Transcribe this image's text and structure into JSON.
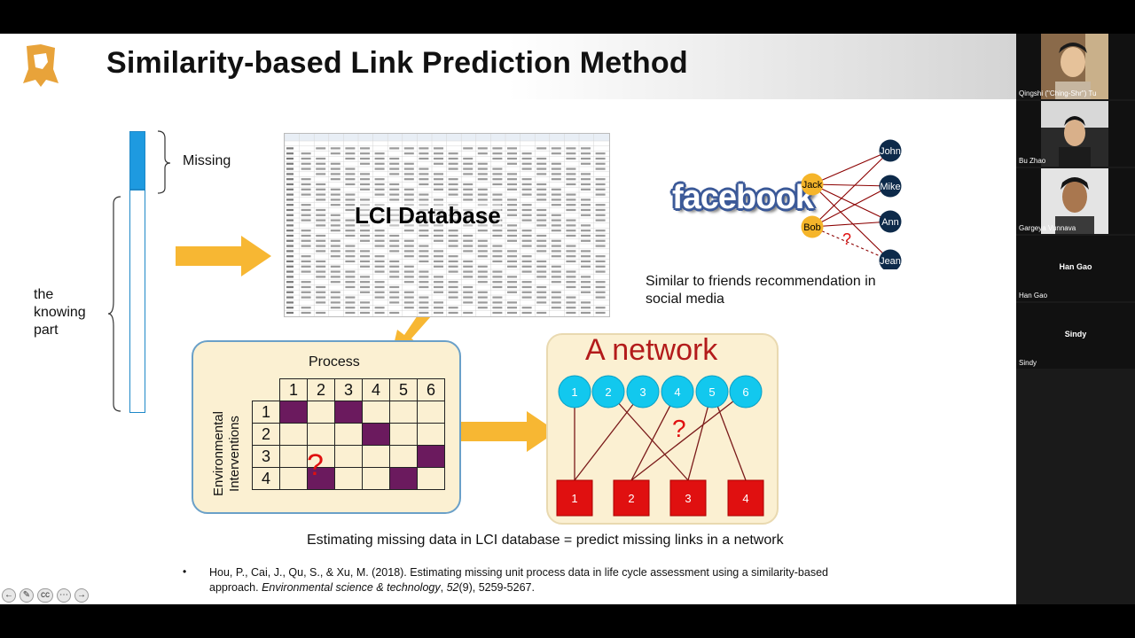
{
  "slide": {
    "title": "Similarity-based Link Prediction Method",
    "missing_label": "Missing",
    "knowing_label": "the knowing part",
    "lci_label": "LCI Database",
    "process_label": "Process",
    "env_label": "Environmental Interventions",
    "grid_cols": [
      "1",
      "2",
      "3",
      "4",
      "5",
      "6"
    ],
    "grid_rows": [
      "1",
      "2",
      "3",
      "4"
    ],
    "question_mark": "?",
    "network_title": "A network",
    "network_top_nodes": [
      "1",
      "2",
      "3",
      "4",
      "5",
      "6"
    ],
    "network_bottom_nodes": [
      "1",
      "2",
      "3",
      "4"
    ],
    "facebook_logo": "facebook",
    "social_people": [
      "Jack",
      "Bob",
      "John",
      "Mike",
      "Ann",
      "Jean"
    ],
    "social_caption": "Similar to friends recommendation in social media",
    "bottom_caption": "Estimating missing data in LCI database = predict missing links in a network",
    "reference_bullet": "•",
    "reference_text": "Hou, P., Cai, J., Qu, S., & Xu, M. (2018). Estimating missing unit process data in life cycle assessment using a similarity-based approach.",
    "reference_journal": "Environmental science & technology",
    "reference_volume": "52",
    "reference_pages": "(9), 5259-5267.",
    "reference_sep": ", ",
    "colors": {
      "arrow": "#f7b733",
      "bar_blue": "#1e9ae0",
      "grid_fill": "#6b1a5e",
      "net_circle": "#12c8ee",
      "net_square": "#e01010",
      "title_red": "#b31b1b"
    }
  },
  "participants": [
    {
      "name": "Qingshi (\"Ching-Shr\") Tu",
      "video": true
    },
    {
      "name": "Bu Zhao",
      "video": true
    },
    {
      "name": "Gargeya Vunnava",
      "video": true
    },
    {
      "name": "Han Gao",
      "center": "Han Gao",
      "video": false
    },
    {
      "name": "Sindy",
      "center": "Sindy",
      "video": false
    }
  ],
  "controls": [
    "prev-icon",
    "pen-icon",
    "captions-icon",
    "more-icon",
    "next-icon"
  ]
}
